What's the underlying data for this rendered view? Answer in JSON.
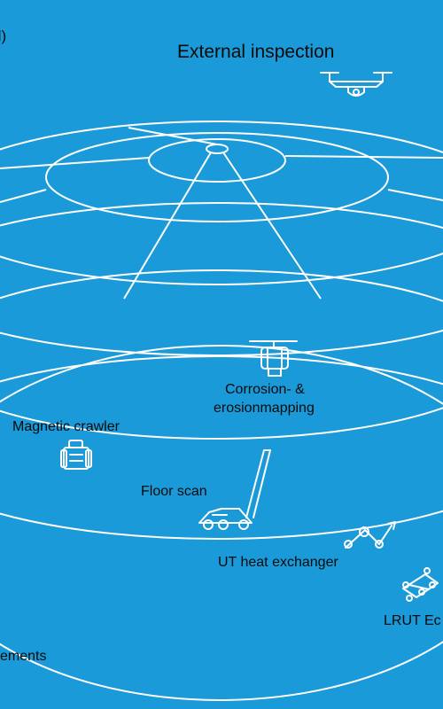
{
  "colors": {
    "background": "#1a9ad8",
    "lines": "#ffffff",
    "text": "#0a0a0a"
  },
  "labels": {
    "corner_fragment": "d)",
    "external_inspection": "External inspection",
    "corrosion_line1": "Corrosion- &",
    "corrosion_line2": "erosionmapping",
    "magnetic_crawler": "Magnetic crawler",
    "floor_scan": "Floor scan",
    "ut_heat_exchanger": "UT heat exchanger",
    "lrut": "LRUT Ec",
    "ements": "ements"
  },
  "icons": [
    "drone-icon",
    "scanner-head-icon",
    "magnetic-crawler-icon",
    "floor-scanner-icon",
    "robotic-arm-icon",
    "lrut-crawler-icon"
  ]
}
